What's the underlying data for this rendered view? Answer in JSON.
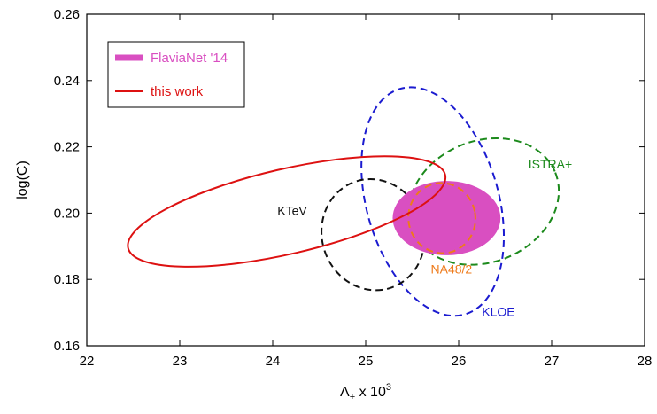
{
  "chart_data": {
    "type": "scatter",
    "xlabel_main": "Λ",
    "xlabel_sub": "+",
    "xlabel_rest": " x 10",
    "xlabel_sup": "3",
    "ylabel": "log(C)",
    "xlim": [
      22,
      28
    ],
    "ylim": [
      0.16,
      0.26
    ],
    "x_ticks": [
      "22",
      "23",
      "24",
      "25",
      "26",
      "27",
      "28"
    ],
    "y_ticks": [
      "0.16",
      "0.18",
      "0.20",
      "0.22",
      "0.24",
      "0.26"
    ],
    "legend": {
      "placement": "top-left",
      "entries": [
        {
          "label": "FlaviaNet '14",
          "color": "#d94fc1",
          "style": "band"
        },
        {
          "label": "this work",
          "color": "#dd1111",
          "style": "line"
        }
      ]
    },
    "series": [
      {
        "name": "FlaviaNet '14",
        "kind": "filled-ellipse",
        "color": "#d94fc1",
        "center": [
          25.87,
          0.1985
        ],
        "semi_axes": [
          0.58,
          0.0112
        ],
        "angle_deg": 0
      },
      {
        "name": "this work",
        "kind": "ellipse",
        "color": "#dd1111",
        "center": [
          24.15,
          0.2005
        ],
        "semi_axes": [
          1.75,
          0.0128
        ],
        "angle_deg": 13
      },
      {
        "name": "KTeV",
        "kind": "dashed-ellipse",
        "color": "#111111",
        "center": [
          25.08,
          0.1935
        ],
        "semi_axes": [
          0.55,
          0.0169
        ],
        "angle_deg": 18
      },
      {
        "name": "KLOE",
        "kind": "dashed-ellipse",
        "color": "#1b1bd0",
        "center": [
          25.72,
          0.2035
        ],
        "semi_axes": [
          0.71,
          0.0354
        ],
        "angle_deg": 16
      },
      {
        "name": "ISTRA+",
        "kind": "dashed-ellipse",
        "color": "#1c8a1c",
        "center": [
          26.27,
          0.2035
        ],
        "semi_axes": [
          0.83,
          0.0183
        ],
        "angle_deg": 22
      },
      {
        "name": "NA48/2",
        "kind": "dashed-ellipse",
        "color": "#ee7a1a",
        "center": [
          25.82,
          0.1985
        ],
        "semi_axes": [
          0.36,
          0.0106
        ],
        "angle_deg": 10
      }
    ],
    "annotations": [
      {
        "text": "KTeV",
        "x": 24.05,
        "y": 0.1995,
        "color": "#111111"
      },
      {
        "text": "ISTRA+",
        "x": 26.75,
        "y": 0.2135,
        "color": "#1c8a1c"
      },
      {
        "text": "NA48/2",
        "x": 25.7,
        "y": 0.1818,
        "color": "#ee7a1a"
      },
      {
        "text": "KLOE",
        "x": 26.25,
        "y": 0.169,
        "color": "#1b1bd0"
      }
    ],
    "grid": false
  }
}
